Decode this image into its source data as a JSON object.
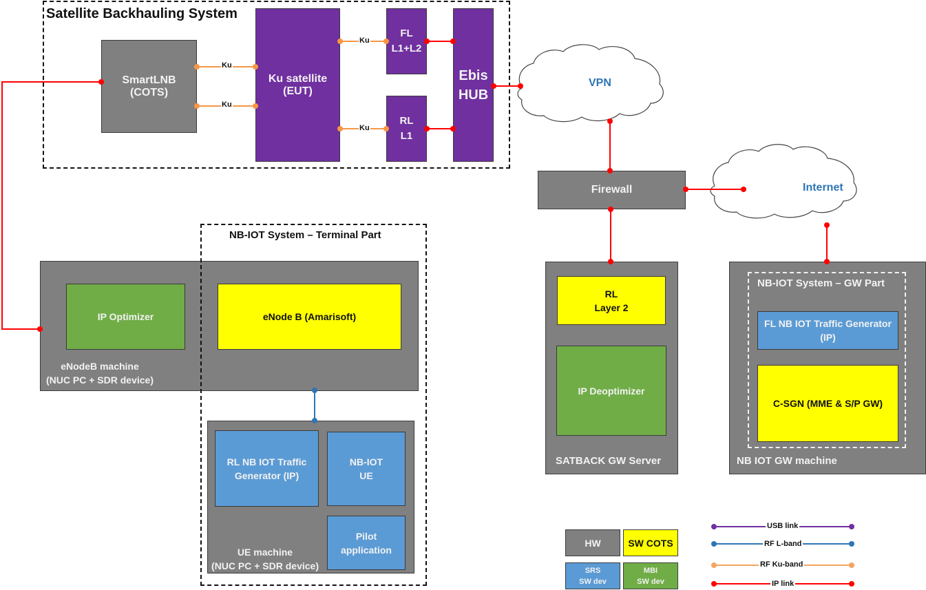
{
  "groups": {
    "satellite": "Satellite Backhauling System",
    "terminal": "NB-IOT System – Terminal Part",
    "gw": "NB-IOT System – GW Part"
  },
  "nodes": {
    "smartlnb": [
      "SmartLNB",
      "(COTS)"
    ],
    "ku_satellite": [
      "Ku satellite",
      "(EUT)"
    ],
    "fl": [
      "FL",
      "L1+L2"
    ],
    "rl": [
      "RL",
      "L1"
    ],
    "ebis_hub": [
      "Ebis",
      "HUB"
    ],
    "vpn": "VPN",
    "internet": "Internet",
    "firewall": "Firewall",
    "enodeb_machine": [
      "eNodeB machine",
      "(NUC PC + SDR device)"
    ],
    "ip_optimizer": "IP Optimizer",
    "enodeb": "eNode B (Amarisoft)",
    "ue_machine": [
      "UE machine",
      "(NUC PC + SDR device)"
    ],
    "rl_traffic_gen": [
      "RL NB IOT Traffic",
      "Generator (IP)"
    ],
    "nbiot_ue": [
      "NB-IOT",
      "UE"
    ],
    "pilot_app": [
      "Pilot",
      "application"
    ],
    "satback_server": "SATBACK GW Server",
    "rl_layer2": [
      "RL",
      "Layer 2"
    ],
    "ip_deoptimizer": "IP Deoptimizer",
    "nbiot_gw_machine": "NB IOT GW machine",
    "fl_traffic_gen": [
      "FL NB IOT Traffic Generator",
      "(IP)"
    ],
    "csgn": "C-SGN (MME & S/P GW)"
  },
  "link_labels": {
    "ku": "Ku"
  },
  "legend": {
    "boxes": [
      {
        "key": "hw",
        "lines": [
          "HW"
        ],
        "color": "#808080"
      },
      {
        "key": "cots",
        "lines": [
          "SW COTS"
        ],
        "color": "#ffff00"
      },
      {
        "key": "srs",
        "lines": [
          "SRS",
          "SW dev"
        ],
        "color": "#5b9bd5"
      },
      {
        "key": "mbi",
        "lines": [
          "MBI",
          "SW dev"
        ],
        "color": "#70ad47"
      }
    ],
    "links": [
      {
        "label": "USB link",
        "color": "#7030a0"
      },
      {
        "label": "RF L-band",
        "color": "#2e75b6"
      },
      {
        "label": "RF Ku-band",
        "color": "#f4a460"
      },
      {
        "label": "IP link",
        "color": "#ff0000"
      }
    ]
  },
  "colors": {
    "ip": "#ff0000",
    "ku": "#f79646",
    "lband": "#2e75b6",
    "usb": "#7030a0"
  }
}
